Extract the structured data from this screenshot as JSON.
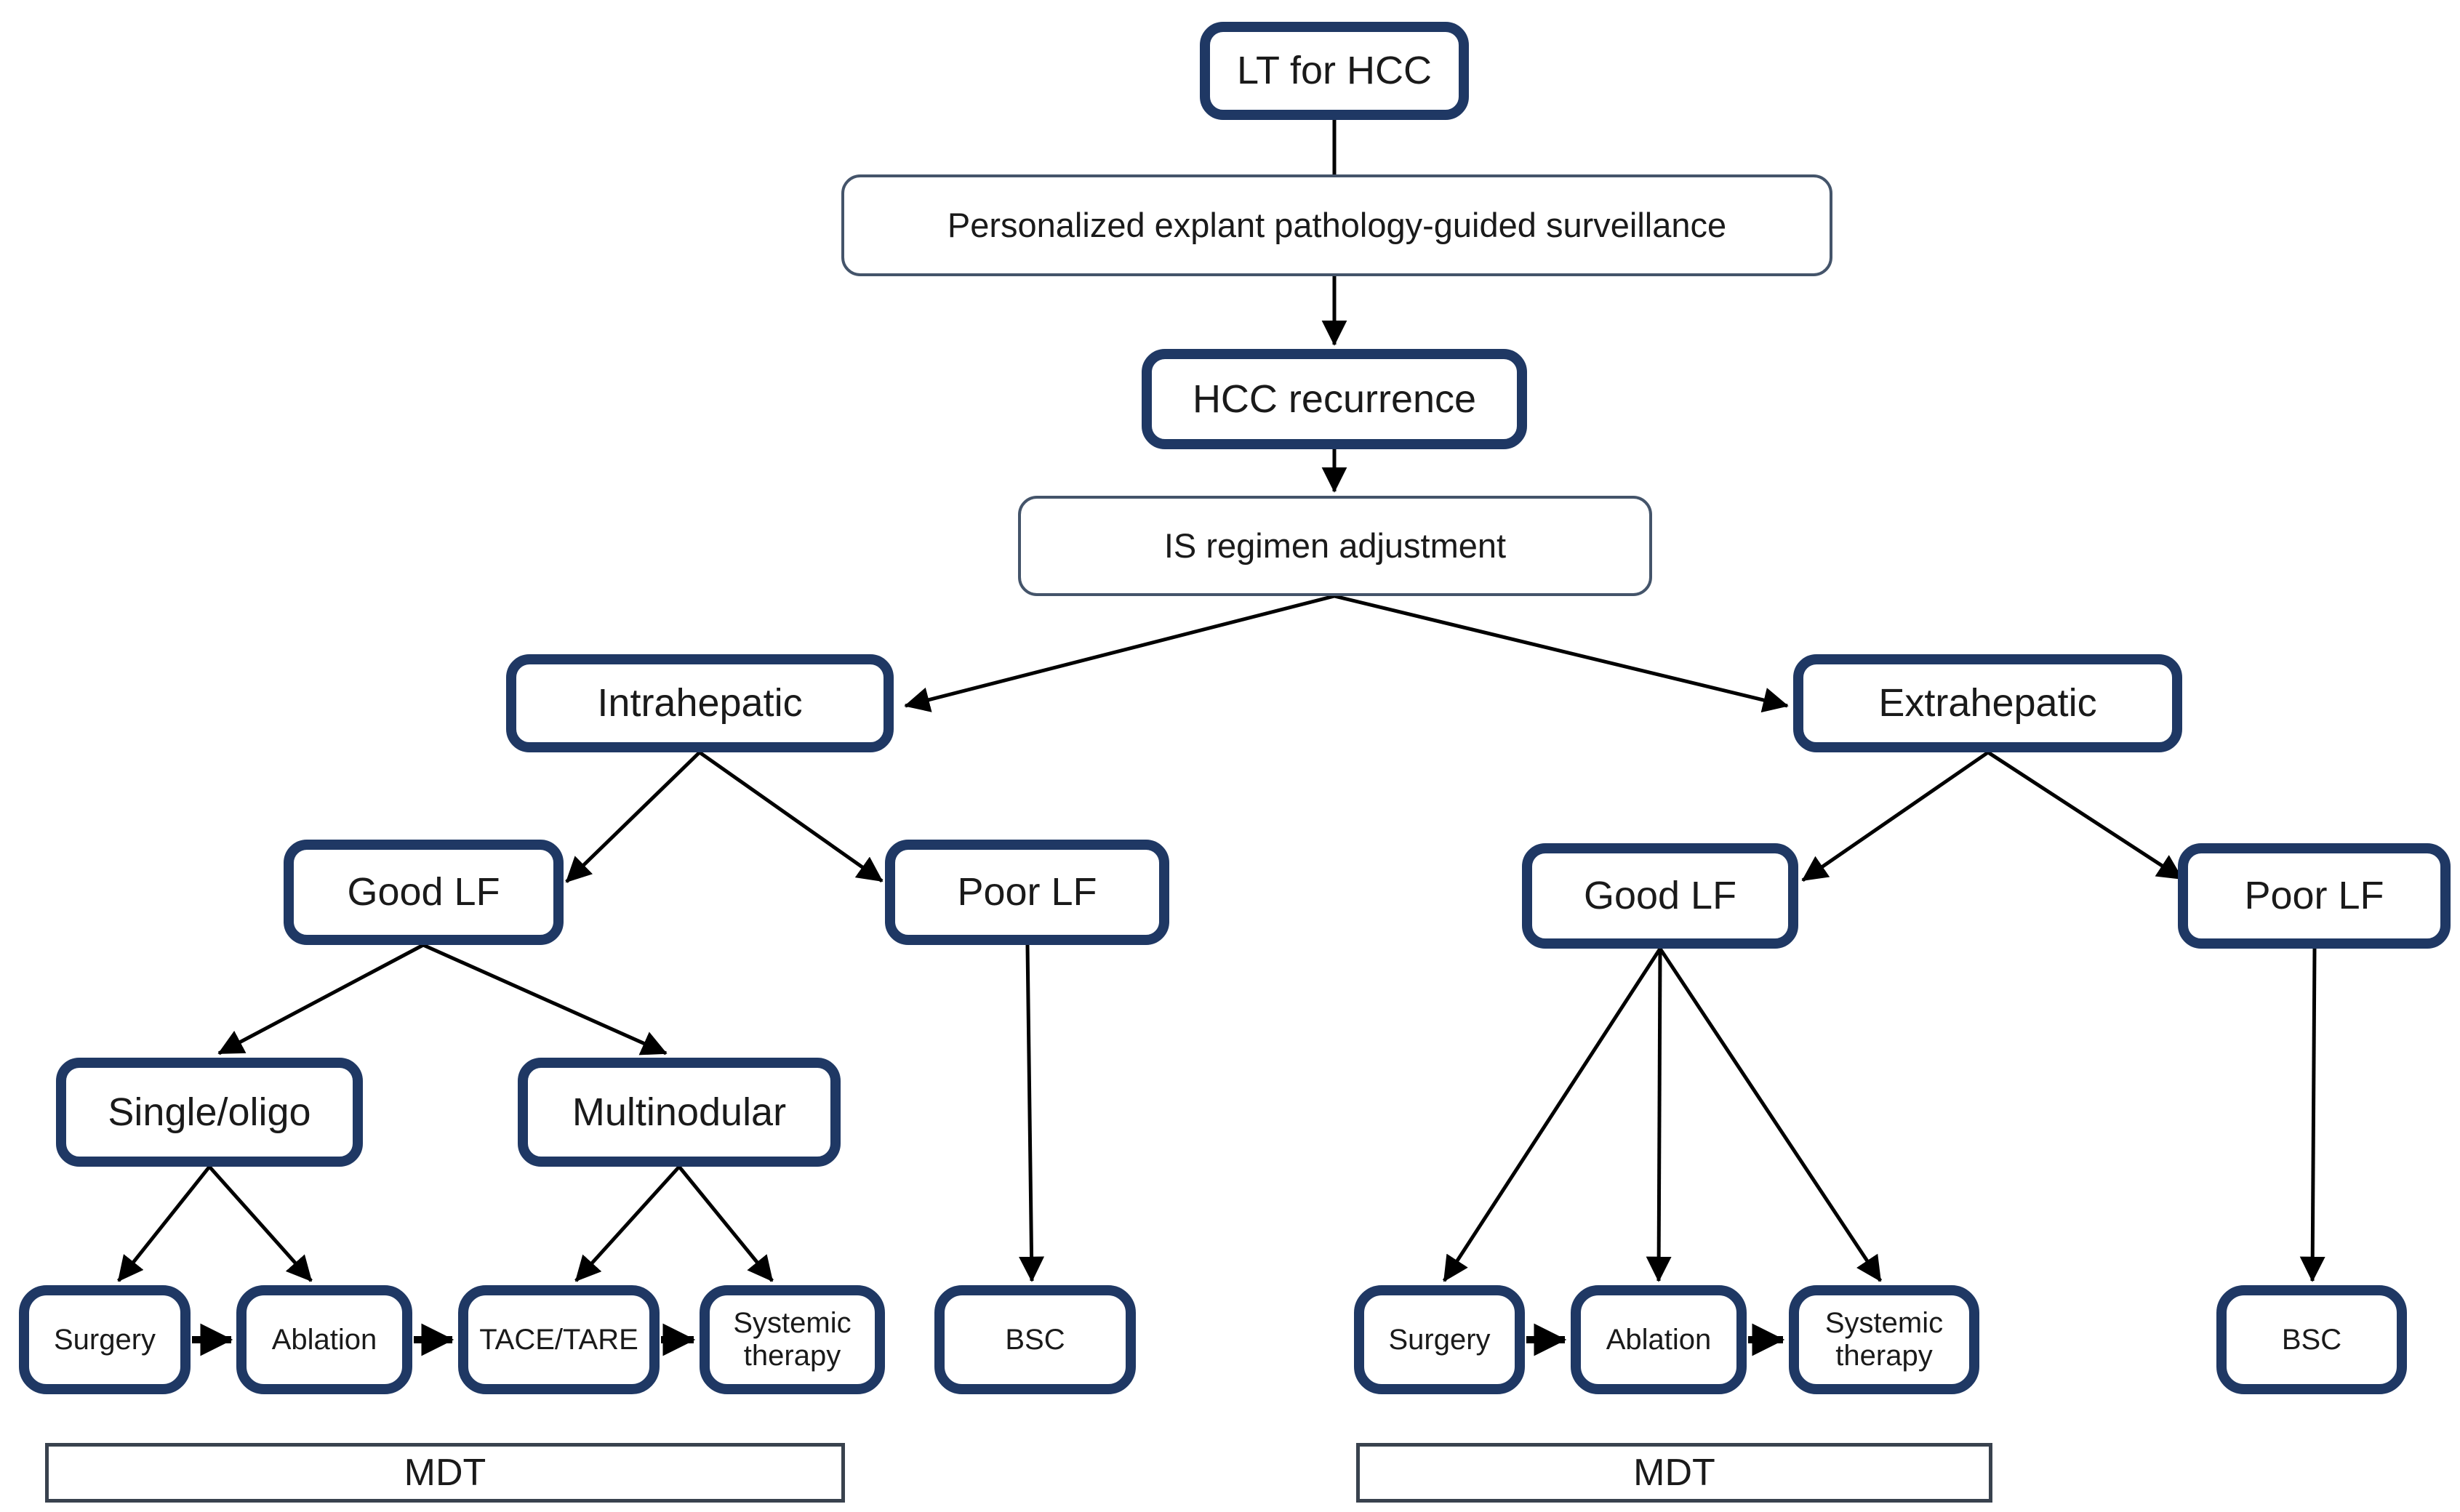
{
  "diagram": {
    "type": "flowchart",
    "topic": "Management of HCC recurrence after liver transplantation"
  },
  "colors": {
    "background": "#ffffff",
    "primary_border": "#1f3864",
    "secondary_border": "#44546a",
    "mdt_border": "#39424e",
    "text": "#1a1a1a",
    "arrow": "#000000"
  },
  "nodes": {
    "lt_for_hcc": {
      "label": "LT for HCC"
    },
    "surveillance": {
      "label": "Personalized explant pathology-guided surveillance"
    },
    "hcc_recurrence": {
      "label": "HCC recurrence"
    },
    "is_regimen": {
      "label": "IS regimen adjustment"
    },
    "intrahepatic": {
      "label": "Intrahepatic"
    },
    "extrahepatic": {
      "label": "Extrahepatic"
    },
    "good_lf_left": {
      "label": "Good LF"
    },
    "poor_lf_left": {
      "label": "Poor LF"
    },
    "good_lf_right": {
      "label": "Good LF"
    },
    "poor_lf_right": {
      "label": "Poor LF"
    },
    "single_oligo": {
      "label": "Single/oligo"
    },
    "multinodular": {
      "label": "Multinodular"
    },
    "surgery_left": {
      "label": "Surgery"
    },
    "ablation_left": {
      "label": "Ablation"
    },
    "tace_tare": {
      "label": "TACE/TARE"
    },
    "systemic_left": {
      "label": "Systemic therapy"
    },
    "bsc_left": {
      "label": "BSC"
    },
    "surgery_right": {
      "label": "Surgery"
    },
    "ablation_right": {
      "label": "Ablation"
    },
    "systemic_right": {
      "label": "Systemic therapy"
    },
    "bsc_right": {
      "label": "BSC"
    },
    "mdt_left": {
      "label": "MDT"
    },
    "mdt_right": {
      "label": "MDT"
    }
  },
  "edges": [
    {
      "from": "lt_for_hcc",
      "to": "surveillance",
      "arrowhead": false,
      "style": "normal"
    },
    {
      "from": "surveillance",
      "to": "hcc_recurrence",
      "arrowhead": true,
      "style": "normal"
    },
    {
      "from": "hcc_recurrence",
      "to": "is_regimen",
      "arrowhead": true,
      "style": "normal"
    },
    {
      "from": "is_regimen",
      "to": "intrahepatic",
      "arrowhead": true,
      "style": "normal"
    },
    {
      "from": "is_regimen",
      "to": "extrahepatic",
      "arrowhead": true,
      "style": "normal"
    },
    {
      "from": "intrahepatic",
      "to": "good_lf_left",
      "arrowhead": true,
      "style": "normal"
    },
    {
      "from": "intrahepatic",
      "to": "poor_lf_left",
      "arrowhead": true,
      "style": "normal"
    },
    {
      "from": "extrahepatic",
      "to": "good_lf_right",
      "arrowhead": true,
      "style": "normal"
    },
    {
      "from": "extrahepatic",
      "to": "poor_lf_right",
      "arrowhead": true,
      "style": "normal"
    },
    {
      "from": "good_lf_left",
      "to": "single_oligo",
      "arrowhead": true,
      "style": "normal"
    },
    {
      "from": "good_lf_left",
      "to": "multinodular",
      "arrowhead": true,
      "style": "normal"
    },
    {
      "from": "poor_lf_left",
      "to": "bsc_left",
      "arrowhead": true,
      "style": "normal"
    },
    {
      "from": "single_oligo",
      "to": "surgery_left",
      "arrowhead": true,
      "style": "normal"
    },
    {
      "from": "single_oligo",
      "to": "ablation_left",
      "arrowhead": true,
      "style": "normal"
    },
    {
      "from": "multinodular",
      "to": "tace_tare",
      "arrowhead": true,
      "style": "normal"
    },
    {
      "from": "multinodular",
      "to": "systemic_left",
      "arrowhead": true,
      "style": "normal"
    },
    {
      "from": "surgery_left",
      "to": "ablation_left",
      "arrowhead": true,
      "style": "bold"
    },
    {
      "from": "ablation_left",
      "to": "tace_tare",
      "arrowhead": true,
      "style": "bold"
    },
    {
      "from": "tace_tare",
      "to": "systemic_left",
      "arrowhead": true,
      "style": "bold"
    },
    {
      "from": "good_lf_right",
      "to": "surgery_right",
      "arrowhead": true,
      "style": "normal"
    },
    {
      "from": "good_lf_right",
      "to": "ablation_right",
      "arrowhead": true,
      "style": "normal"
    },
    {
      "from": "good_lf_right",
      "to": "systemic_right",
      "arrowhead": true,
      "style": "normal"
    },
    {
      "from": "poor_lf_right",
      "to": "bsc_right",
      "arrowhead": true,
      "style": "normal"
    },
    {
      "from": "surgery_right",
      "to": "ablation_right",
      "arrowhead": true,
      "style": "bold"
    },
    {
      "from": "ablation_right",
      "to": "systemic_right",
      "arrowhead": true,
      "style": "bold"
    }
  ]
}
